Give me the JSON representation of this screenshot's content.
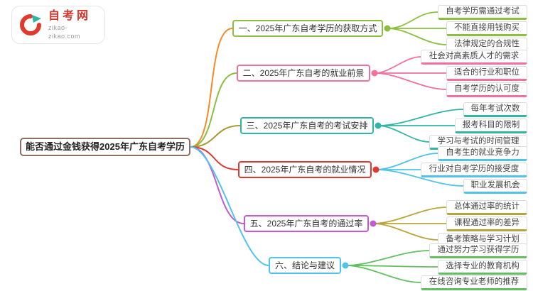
{
  "logo": {
    "title": "自考网",
    "domain": "zikao-zikao.com",
    "brand_red": "#d9342b",
    "brand_teal": "#2fb5a0"
  },
  "root": {
    "label": "能否通过金钱获得2025年广东自考学历",
    "border_color": "#8d6e63"
  },
  "branches": [
    {
      "label": "一、2025年广东自考学历的获取方式",
      "line_color": "#f28c28",
      "box_color": "#8cbf3f",
      "leaf_color": "#8cbf3f",
      "children": [
        "自考学历需通过考试",
        "不能直接用钱购买",
        "法律规定的合规性"
      ]
    },
    {
      "label": "二、2025年广东自考的就业前景",
      "line_color": "#8cbf3f",
      "box_color": "#f0709e",
      "leaf_color": "#f0709e",
      "children": [
        "社会对高素质人才的需求",
        "适合的行业和职位",
        "自考学历的认可度"
      ]
    },
    {
      "label": "三、2025年广东自考的考试安排",
      "line_color": "#a89a32",
      "box_color": "#33b5a6",
      "leaf_color": "#33b5a6",
      "children": [
        "每年考试次数",
        "报考科目的限制",
        "学习与考试的时间管理"
      ]
    },
    {
      "label": "四、2025年广东自考的就业情况",
      "line_color": "#e0392e",
      "box_color": "#e0392e",
      "leaf_color": "#4fc3e8",
      "children": [
        "自考生的就业竞争力",
        "行业对自考学历的接受度",
        "职业发展机会"
      ]
    },
    {
      "label": "五、2025年广东自考的通过率",
      "line_color": "#c45ad0",
      "box_color": "#c45ad0",
      "leaf_color": "#b8a63c",
      "children": [
        "总体通过率的统计",
        "课程通过率的差异",
        "备考策略与学习计划"
      ]
    },
    {
      "label": "六、结论与建议",
      "line_color": "#4fc3e8",
      "box_color": "#4fc3e8",
      "leaf_color": "#62c062",
      "children": [
        "通过努力学习获得学历",
        "选择专业的教育机构",
        "在线咨询专业老师的推荐"
      ]
    }
  ]
}
